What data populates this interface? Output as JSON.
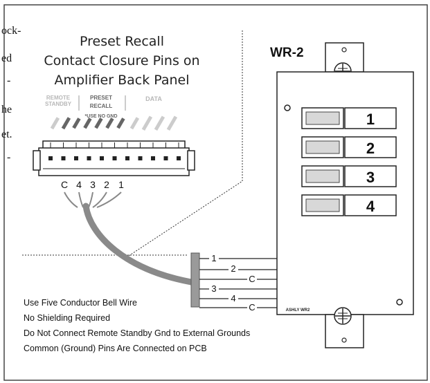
{
  "left_margin_fragments": [
    "ock-",
    "ed",
    "-",
    "he",
    "et.",
    "-"
  ],
  "heading": {
    "line1": "Preset Recall",
    "line2": "Contact Closure Pins on",
    "line3": "Amplifier Back Panel"
  },
  "connector_groups": {
    "remote_standby": [
      "REMOTE",
      "STANDBY"
    ],
    "preset_recall": [
      "PRESET",
      "RECALL"
    ],
    "preset_note": "*USE NO GND",
    "data": "DATA"
  },
  "pin_labels": [
    "C",
    "4",
    "3",
    "2",
    "1"
  ],
  "wire_labels": [
    "1",
    "2",
    "C",
    "3",
    "4",
    "C"
  ],
  "device": {
    "name": "WR-2",
    "buttons": [
      "1",
      "2",
      "3",
      "4"
    ],
    "brand": "ASHLY WR2"
  },
  "notes": [
    "Use Five Conductor Bell Wire",
    "No Shielding Required",
    "Do Not Connect Remote Standby Gnd to External Grounds",
    "Common (Ground) Pins Are Connected on PCB"
  ]
}
